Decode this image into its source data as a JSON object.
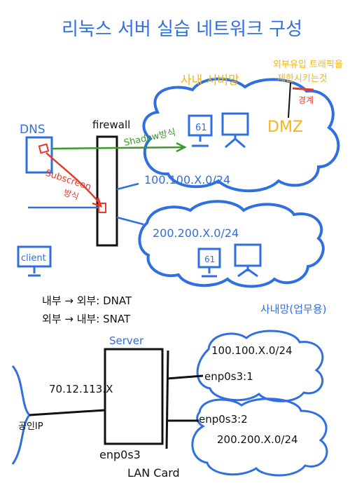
{
  "title": "리눅스 서버 실습 네트워크 구성",
  "colors": {
    "blue": "#2f6fe0",
    "black": "#111111",
    "green": "#3a9a2a",
    "red": "#e53a2a",
    "yellow": "#f2b619"
  },
  "top_diagram": {
    "dns_label": "DNS",
    "firewall_label": "firewall",
    "shadow_label": "Shadow방식",
    "subscreen_label_line1": "Subscreen",
    "subscreen_label_line2": "방식",
    "internal_net_label": "사내 서버망",
    "dmz_note_line1": "외부유입 트래픽을",
    "dmz_note_line2": "제한시키는것",
    "dmz_note_strike": "경계",
    "dmz_label": "DMZ",
    "net1_label": "100.100.X.0/24",
    "net2_label": "200.200.X.0/24",
    "monitor_mark": "61",
    "client_label": "client",
    "internal_pc_label": "사내망(업무용)",
    "nat_line1": "내부 → 외부: DNAT",
    "nat_line2": "외부 → 내부: SNAT"
  },
  "bottom_diagram": {
    "server_label": "Server",
    "public_ip": "70.12.113.X",
    "public_label": "공인IP",
    "net1_label": "100.100.X.0/24",
    "iface1": "enp0s3:1",
    "iface2": "enp0s3:2",
    "net2_label": "200.200.X.0/24",
    "iface_main": "enp0s3",
    "lancard": "LAN Card"
  }
}
